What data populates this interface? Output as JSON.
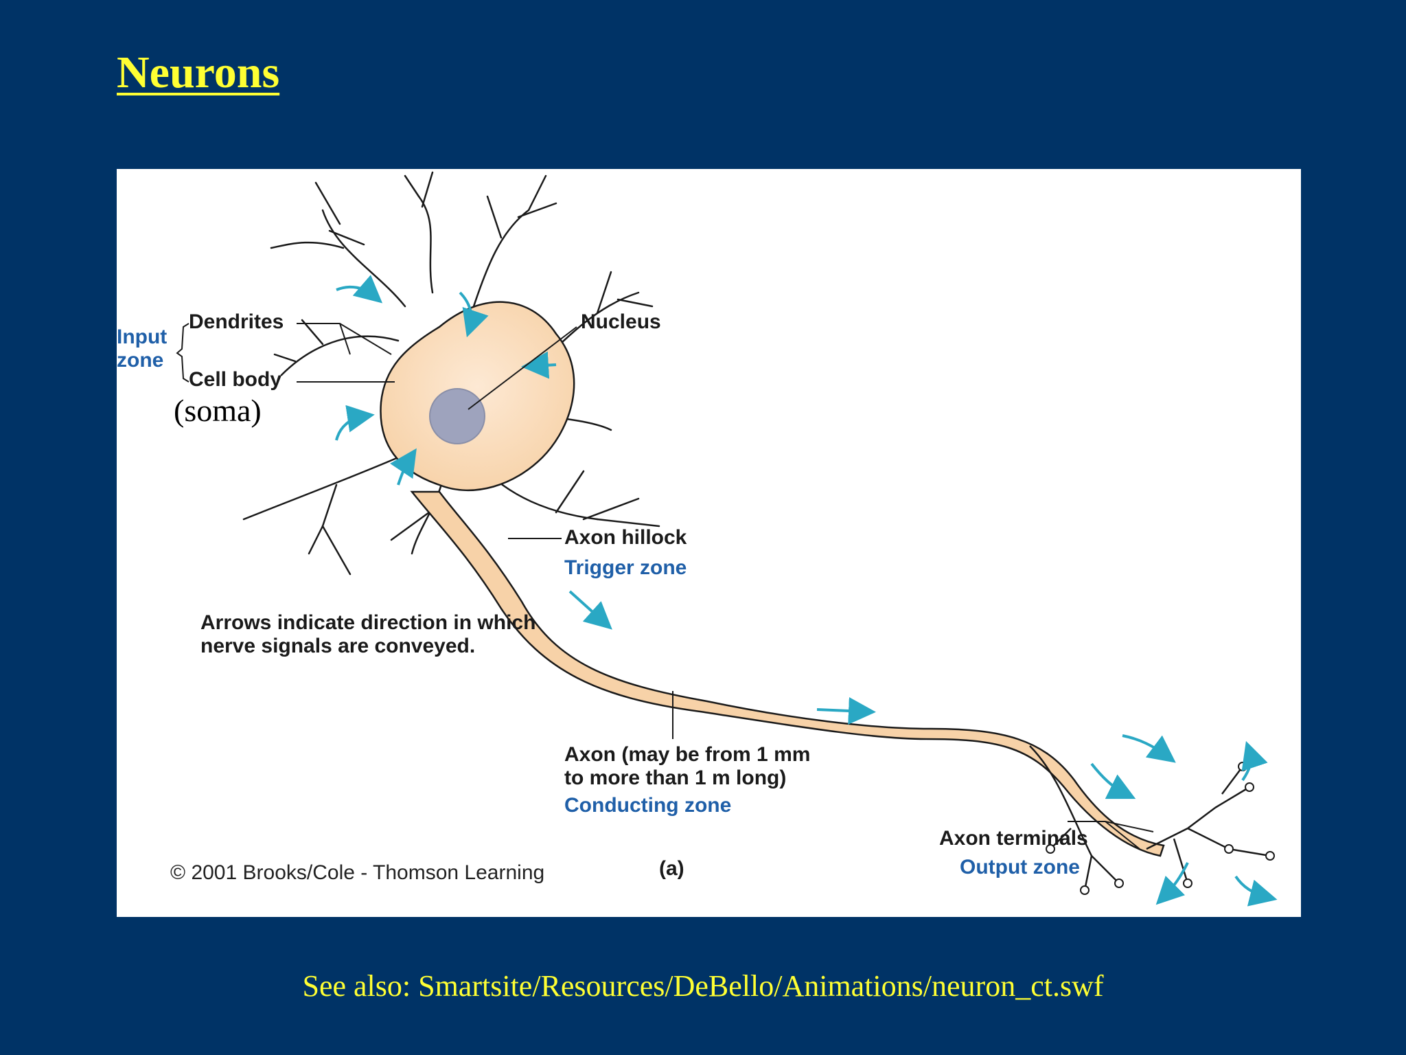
{
  "title": "Neurons",
  "figure": {
    "labels": {
      "input_zone": "Input\nzone",
      "dendrites": "Dendrites",
      "cell_body": "Cell body",
      "soma": "(soma)",
      "nucleus": "Nucleus",
      "axon_hillock": "Axon hillock",
      "trigger_zone": "Trigger zone",
      "arrows_note": "Arrows indicate direction in which\nnerve signals are conveyed.",
      "axon": "Axon (may be from 1 mm\nto more than 1 m long)",
      "conducting_zone": "Conducting zone",
      "axon_terminals": "Axon terminals",
      "output_zone": "Output zone",
      "copyright": "© 2001 Brooks/Cole - Thomson Learning",
      "panel": "(a)"
    },
    "colors": {
      "cytoplasm": "#fbe3c8",
      "outline": "#1a1a1a",
      "nucleus": "#9ea3bd",
      "arrow": "#2aa8c4",
      "zone_text": "#1f5fa8"
    }
  },
  "footer": "See also: Smartsite/Resources/DeBello/Animations/neuron_ct.swf"
}
